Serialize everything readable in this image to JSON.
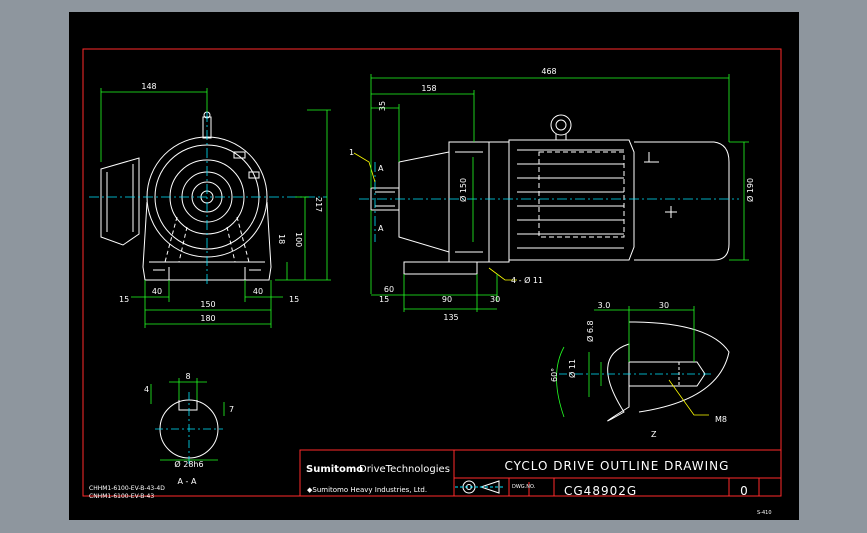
{
  "colors": {
    "background": "#8e969e",
    "sheet": "#000000",
    "border": "#ff2a2a",
    "geometry": "#ffffff",
    "dimension": "#22ff22",
    "centerline": "#00e5ff",
    "leader": "#ffff00"
  },
  "drawing": {
    "title": "CYCLO DRIVE OUTLINE DRAWING",
    "number": "CG48902G",
    "revision": "0",
    "company_left": "Sumitomo",
    "company_right": "DriveTechnologies",
    "subsidiary": "◆Sumitomo Heavy Industries, Ltd.",
    "dwg_label": "DWG.NO.",
    "sheet_code": "S-410",
    "model_line_1": "CHHM1-6100-EV-B-43-4D",
    "model_line_2": "CNHM1-6100-EV-B-43",
    "section_label": "A - A",
    "detail_label": "Z"
  },
  "dimensions": {
    "front_width_top": "148",
    "height_total": "217",
    "shaft_center_height": "100",
    "base_height": "18",
    "foot_offset_left": "40",
    "foot_offset_right": "40",
    "foot_span": "150",
    "foot_overhang_left": "15",
    "foot_overhang_right": "15",
    "base_width": "180",
    "overall_length": "468",
    "shaft_to_flange": "158",
    "shaft_length": "35",
    "callout_1": "1",
    "flange_diameter": "Ø 150",
    "motor_diameter": "Ø 190",
    "bolt_hole": "4 - Ø 11",
    "side_base_left": "15",
    "side_base_offset": "60",
    "side_base_span": "90",
    "side_base_right": "30",
    "side_base_total": "135",
    "key_width": "8",
    "key_height": "4",
    "keyway_depth": "7",
    "shaft_diameter": "Ø 28h6",
    "detail_left": "3.0",
    "detail_length": "30",
    "detail_dia_1": "Ø 6.8",
    "detail_dia_2": "Ø 11",
    "detail_angle": "60°",
    "detail_thread": "M8",
    "section_mark_a": "A"
  }
}
